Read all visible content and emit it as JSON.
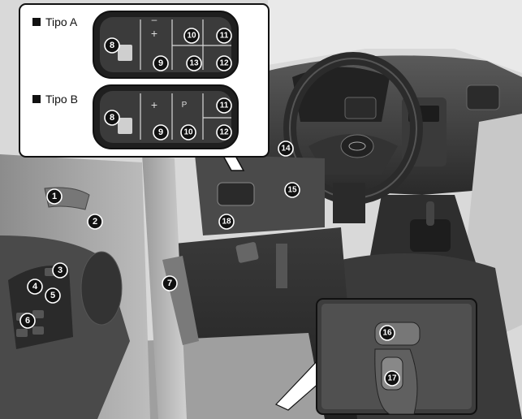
{
  "inset_switches": {
    "type_a_label": "Tipo A",
    "type_b_label": "Tipo B"
  },
  "callouts": {
    "n1": "1",
    "n2": "2",
    "n3": "3",
    "n4": "4",
    "n5": "5",
    "n6": "6",
    "n7": "7",
    "n8a": "8",
    "n9a": "9",
    "n10a": "10",
    "n11a": "11",
    "n12a": "12",
    "n13a": "13",
    "n8b": "8",
    "n9b": "9",
    "n10b": "10",
    "n11b": "11",
    "n12b": "12",
    "n14": "14",
    "n15": "15",
    "n16": "16",
    "n17": "17",
    "n18": "18"
  },
  "icons": [
    "headlamp-leveling-icon",
    "brightness-icon",
    "esc-off-icon",
    "camera-icon",
    "lane-icon",
    "fuel-door-icon"
  ],
  "colors": {
    "background": "#ffffff",
    "cabin_dark": "#2f2f2f",
    "cabin_light": "#b9b9b9",
    "callout": "#111111"
  }
}
